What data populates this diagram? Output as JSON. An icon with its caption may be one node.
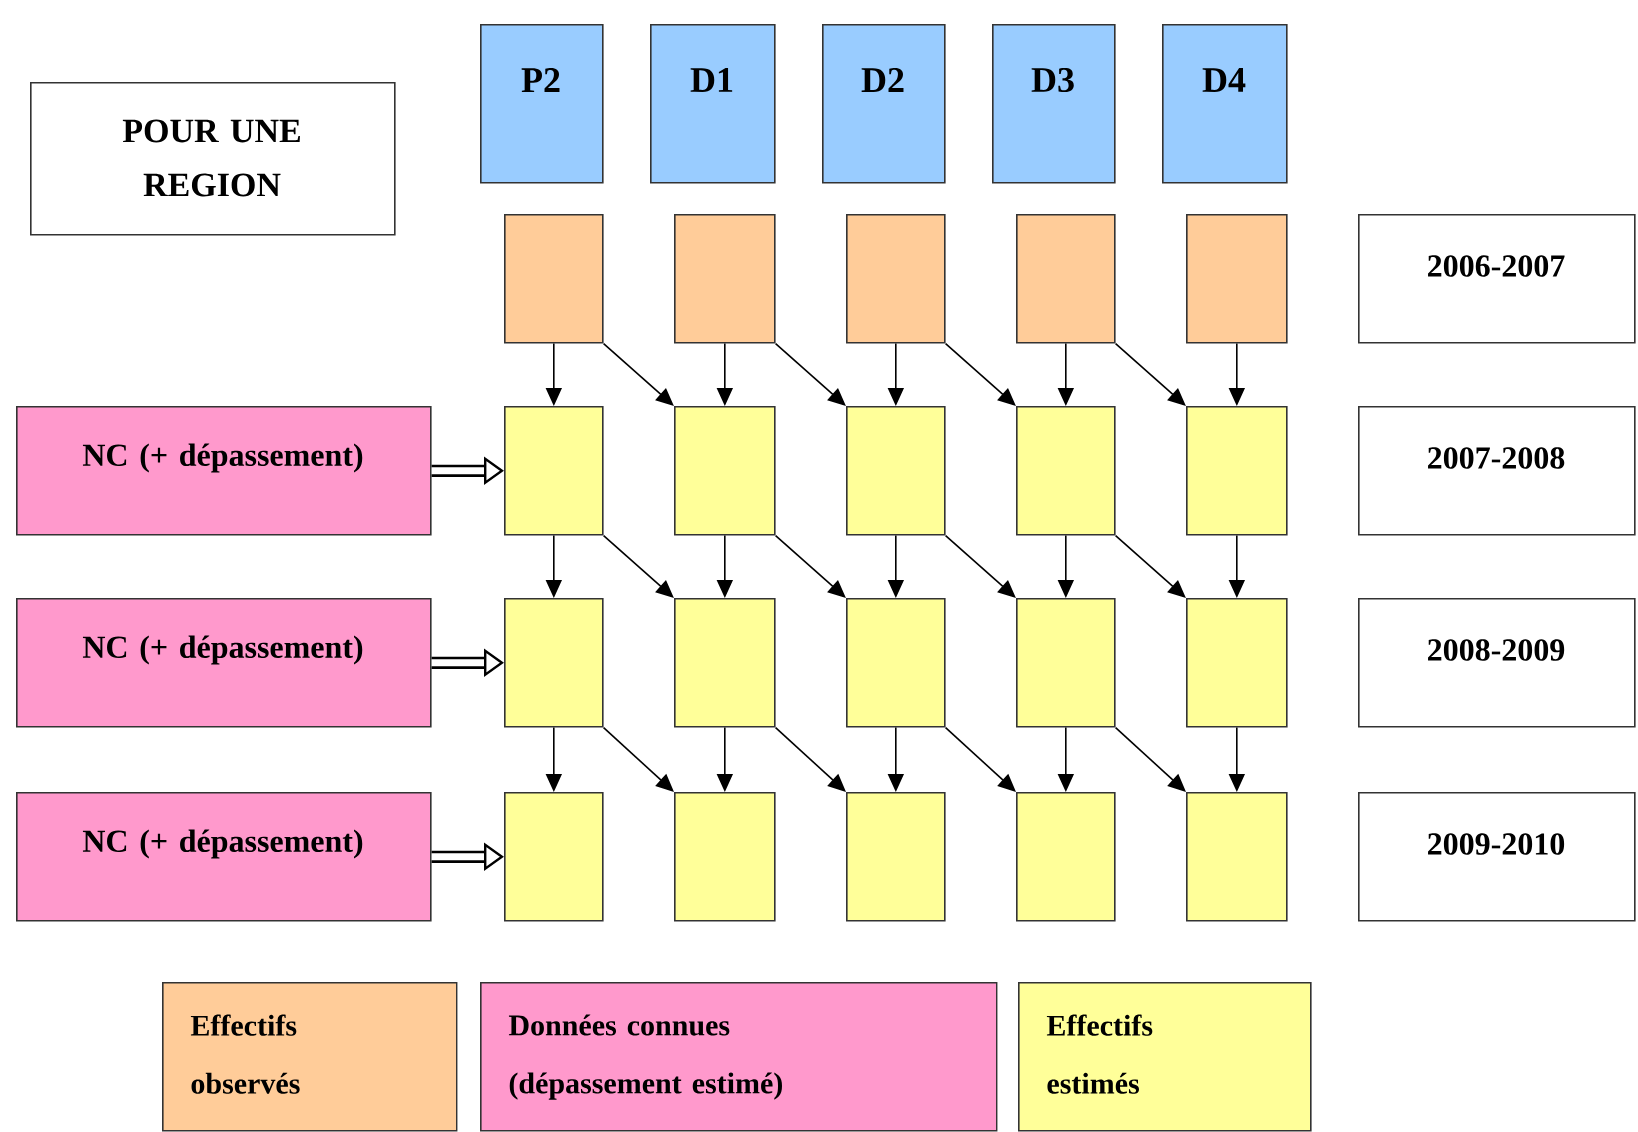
{
  "diagram": {
    "nodes": [
      {
        "text": [
          "POUR UNE REGION"
        ]
      },
      {
        "text": [
          "P2"
        ]
      },
      {
        "text": [
          "D1"
        ]
      },
      {
        "text": [
          "D2"
        ]
      },
      {
        "text": [
          "D3"
        ]
      },
      {
        "text": [
          "D4"
        ]
      },
      {
        "text": [],
        "shape": "box"
      },
      {
        "text": [],
        "shape": "box"
      },
      {
        "text": [],
        "shape": "box"
      },
      {
        "text": [],
        "shape": "box"
      },
      {
        "text": [],
        "shape": "box"
      },
      {
        "text": [
          "2006-2007"
        ]
      },
      {
        "text": [
          "NC (+ dépassement)"
        ]
      },
      {
        "text": [],
        "shape": "box"
      },
      {
        "text": [],
        "shape": "box"
      },
      {
        "text": [],
        "shape": "box"
      },
      {
        "text": [],
        "shape": "box"
      },
      {
        "text": [],
        "shape": "box"
      },
      {
        "text": [
          "2007-2008"
        ]
      },
      {
        "text": [
          "NC (+ dépassement)"
        ]
      },
      {
        "text": [],
        "shape": "box"
      },
      {
        "text": [],
        "shape": "box"
      },
      {
        "text": [],
        "shape": "box"
      },
      {
        "text": [],
        "shape": "box"
      },
      {
        "text": [],
        "shape": "box"
      },
      {
        "text": [
          "2008-2009"
        ]
      },
      {
        "text": [
          "NC (+ dépassement)"
        ]
      },
      {
        "text": [],
        "shape": "box"
      },
      {
        "text": [],
        "shape": "box"
      },
      {
        "text": [],
        "shape": "box"
      },
      {
        "text": [],
        "shape": "box"
      },
      {
        "text": [],
        "shape": "box"
      },
      {
        "text": [
          "2009-2010"
        ]
      }
    ],
    "edges": [
      {
        "from": 6,
        "to": 13,
        "arrow": "to"
      },
      {
        "from": 6,
        "to": 14,
        "arrow": "to"
      },
      {
        "from": 7,
        "to": 14,
        "arrow": "to"
      },
      {
        "from": 7,
        "to": 15,
        "arrow": "to"
      },
      {
        "from": 8,
        "to": 15,
        "arrow": "to"
      },
      {
        "from": 8,
        "to": 16,
        "arrow": "to"
      },
      {
        "from": 9,
        "to": 16,
        "arrow": "to"
      },
      {
        "from": 9,
        "to": 17,
        "arrow": "to"
      },
      {
        "from": 10,
        "to": 17,
        "arrow": "to"
      },
      {
        "from": 12,
        "to": 13,
        "arrow": "to",
        "style": "thick"
      },
      {
        "from": 13,
        "to": 20,
        "arrow": "to"
      },
      {
        "from": 13,
        "to": 21,
        "arrow": "to"
      },
      {
        "from": 14,
        "to": 21,
        "arrow": "to"
      },
      {
        "from": 14,
        "to": 22,
        "arrow": "to"
      },
      {
        "from": 15,
        "to": 22,
        "arrow": "to"
      },
      {
        "from": 15,
        "to": 23,
        "arrow": "to"
      },
      {
        "from": 16,
        "to": 23,
        "arrow": "to"
      },
      {
        "from": 16,
        "to": 24,
        "arrow": "to"
      },
      {
        "from": 17,
        "to": 24,
        "arrow": "to"
      },
      {
        "from": 19,
        "to": 20,
        "arrow": "to",
        "style": "thick"
      },
      {
        "from": 20,
        "to": 27,
        "arrow": "to"
      },
      {
        "from": 20,
        "to": 28,
        "arrow": "to"
      },
      {
        "from": 21,
        "to": 28,
        "arrow": "to"
      },
      {
        "from": 21,
        "to": 29,
        "arrow": "to"
      },
      {
        "from": 22,
        "to": 29,
        "arrow": "to"
      },
      {
        "from": 22,
        "to": 30,
        "arrow": "to"
      },
      {
        "from": 23,
        "to": 30,
        "arrow": "to"
      },
      {
        "from": 23,
        "to": 31,
        "arrow": "to"
      },
      {
        "from": 24,
        "to": 31,
        "arrow": "to"
      },
      {
        "from": 26,
        "to": 27,
        "arrow": "to",
        "style": "thick"
      }
    ],
    "legend": [
      {
        "text": "Effectifs observés",
        "color": "#ffcc99"
      },
      {
        "text": "Données connues (dépassement estimé)",
        "color": "#ff99cc"
      },
      {
        "text": "Effectifs estimés",
        "color": "#ffff99"
      }
    ]
  }
}
